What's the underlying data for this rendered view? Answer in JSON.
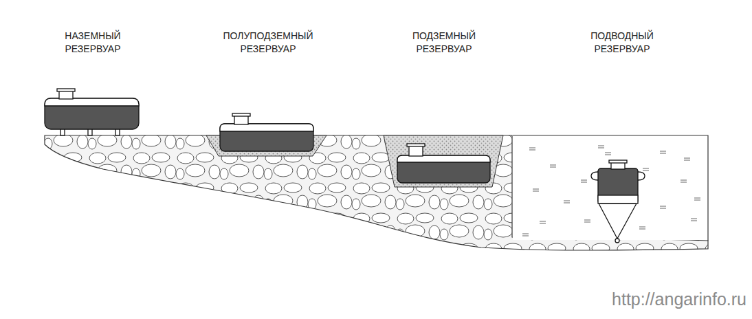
{
  "diagram": {
    "labels": [
      "НАЗЕМНЫЙ РЕЗЕРВУАР",
      "ПОЛУПОДЗЕМНЫЙ РЕЗЕРВУАР",
      "ПОДЗЕМНЫЙ РЕЗЕРВУАР",
      "ПОДВОДНЫЙ РЕЗЕРВУАР",
      "http://angarinfo.ru"
    ]
  }
}
